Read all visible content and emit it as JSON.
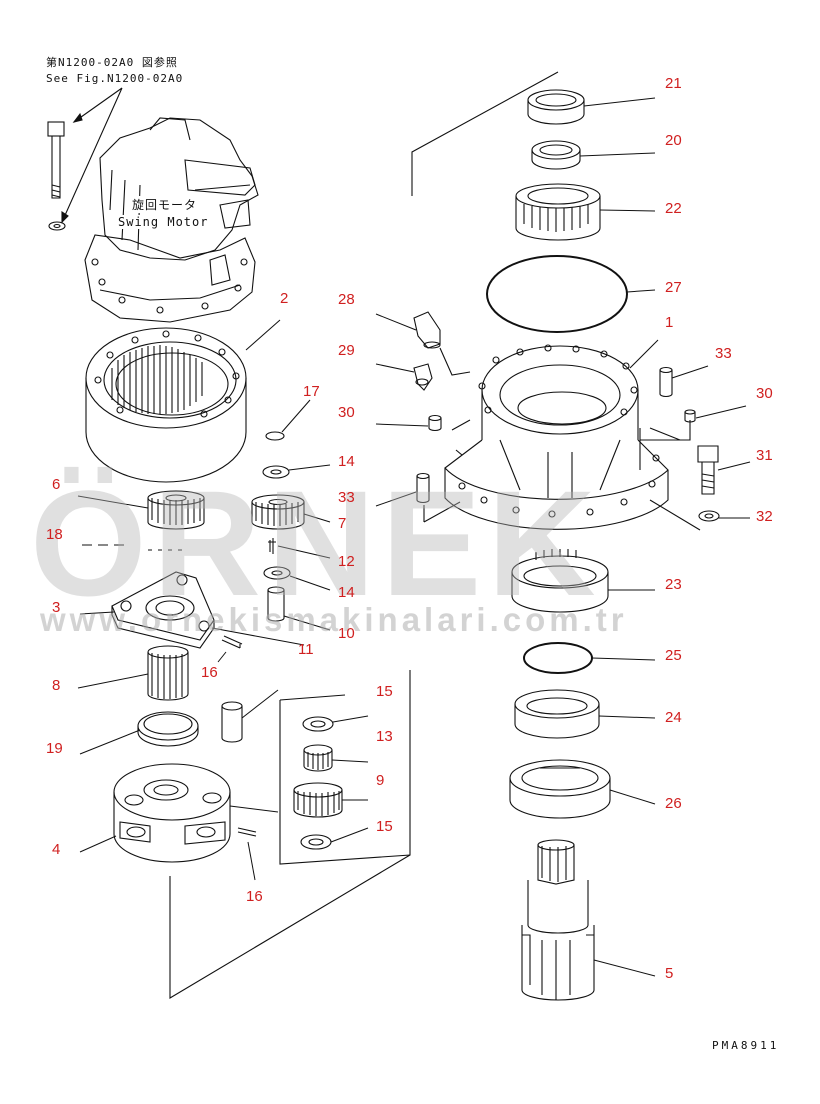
{
  "header": {
    "ref_jp": "第N1200-02A0 図参照",
    "ref_en": "See Fig.N1200-02A0"
  },
  "motor": {
    "label_jp": "旋回モータ",
    "label_en": "Swing Motor"
  },
  "watermark": {
    "brand": "ÖRNEK",
    "url": "www.ornekismakinalari.com.tr"
  },
  "drawing_code": "PMA8911",
  "colors": {
    "callout": "#d02020",
    "line": "#111111",
    "watermark": "#b4b4b4"
  },
  "callouts": [
    {
      "id": "c21",
      "label": "21"
    },
    {
      "id": "c20",
      "label": "20"
    },
    {
      "id": "c22",
      "label": "22"
    },
    {
      "id": "c27",
      "label": "27"
    },
    {
      "id": "c1",
      "label": "1"
    },
    {
      "id": "c28",
      "label": "28"
    },
    {
      "id": "c29",
      "label": "29"
    },
    {
      "id": "c33a",
      "label": "33"
    },
    {
      "id": "c30a",
      "label": "30"
    },
    {
      "id": "c30b",
      "label": "30"
    },
    {
      "id": "c31",
      "label": "31"
    },
    {
      "id": "c32",
      "label": "32"
    },
    {
      "id": "c33b",
      "label": "33"
    },
    {
      "id": "c23",
      "label": "23"
    },
    {
      "id": "c25",
      "label": "25"
    },
    {
      "id": "c24",
      "label": "24"
    },
    {
      "id": "c26",
      "label": "26"
    },
    {
      "id": "c5",
      "label": "5"
    },
    {
      "id": "c2",
      "label": "2"
    },
    {
      "id": "c17",
      "label": "17"
    },
    {
      "id": "c14a",
      "label": "14"
    },
    {
      "id": "c6",
      "label": "6"
    },
    {
      "id": "c7",
      "label": "7"
    },
    {
      "id": "c18",
      "label": "18"
    },
    {
      "id": "c12",
      "label": "12"
    },
    {
      "id": "c14b",
      "label": "14"
    },
    {
      "id": "c3",
      "label": "3"
    },
    {
      "id": "c10",
      "label": "10"
    },
    {
      "id": "c11",
      "label": "11"
    },
    {
      "id": "c16a",
      "label": "16"
    },
    {
      "id": "c8",
      "label": "8"
    },
    {
      "id": "c15a",
      "label": "15"
    },
    {
      "id": "c13",
      "label": "13"
    },
    {
      "id": "c19",
      "label": "19"
    },
    {
      "id": "c9",
      "label": "9"
    },
    {
      "id": "c15b",
      "label": "15"
    },
    {
      "id": "c4",
      "label": "4"
    },
    {
      "id": "c16b",
      "label": "16"
    }
  ]
}
